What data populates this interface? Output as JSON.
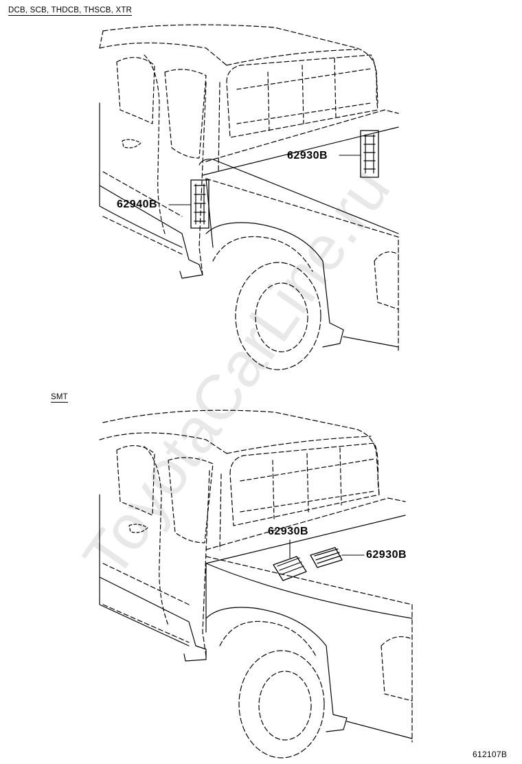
{
  "panels": [
    {
      "variant": "DCB, SCB, THDCB, THSCB, XTR",
      "callouts": [
        "62930B",
        "62940B"
      ]
    },
    {
      "variant": "SMT",
      "callouts": [
        "62930B",
        "62930B"
      ]
    }
  ],
  "figure_code": "612107B",
  "watermark": "ToyotaCarLine.ru",
  "colors": {
    "line": "#000000",
    "background": "#ffffff",
    "watermark": "#e6e6e6"
  }
}
